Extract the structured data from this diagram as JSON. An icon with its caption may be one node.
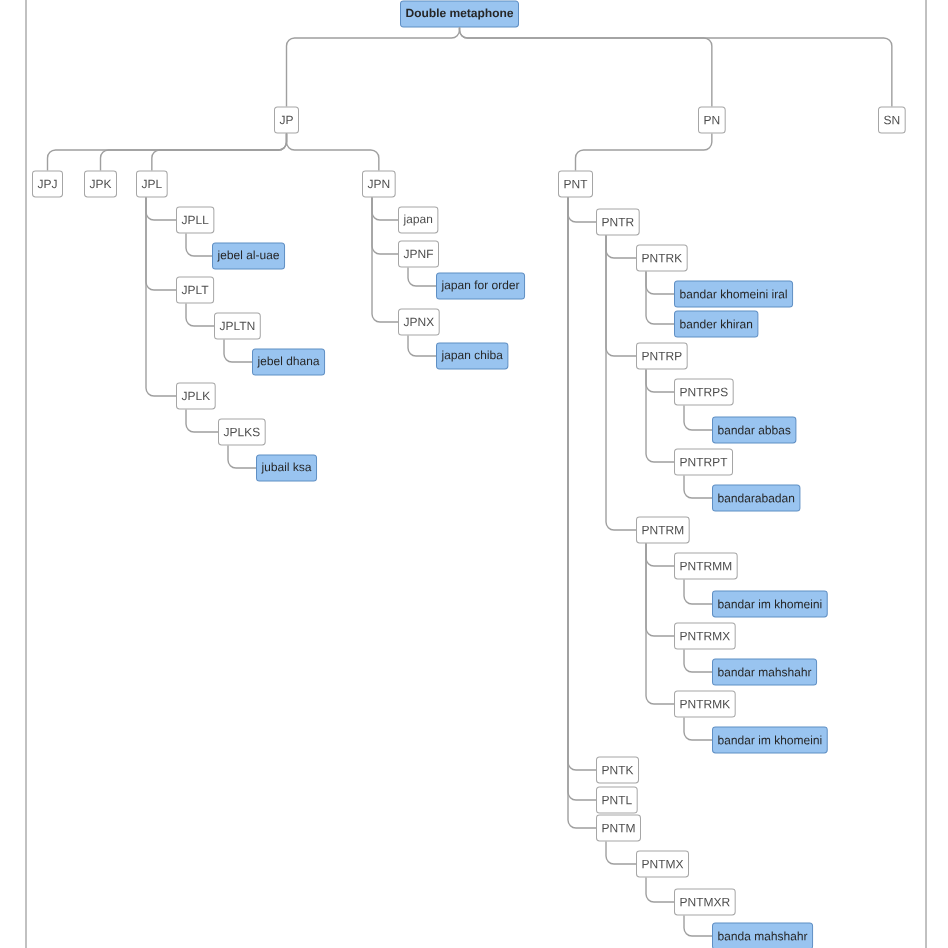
{
  "diagram": {
    "nodes": [
      {
        "text": [
          "Double metaphone"
        ]
      },
      {
        "text": [
          "JP"
        ]
      },
      {
        "text": [
          "PN"
        ]
      },
      {
        "text": [
          "SN"
        ]
      },
      {
        "text": [
          "JPJ"
        ]
      },
      {
        "text": [
          "JPK"
        ]
      },
      {
        "text": [
          "JPL"
        ]
      },
      {
        "text": [
          "JPN"
        ]
      },
      {
        "text": [
          "JPLL"
        ]
      },
      {
        "text": [
          "jebel al-uae"
        ]
      },
      {
        "text": [
          "JPLT"
        ]
      },
      {
        "text": [
          "JPLTN"
        ]
      },
      {
        "text": [
          "jebel dhana"
        ]
      },
      {
        "text": [
          "JPLK"
        ]
      },
      {
        "text": [
          "JPLKS"
        ]
      },
      {
        "text": [
          "jubail ksa"
        ]
      },
      {
        "text": [
          "japan"
        ]
      },
      {
        "text": [
          "JPNF"
        ]
      },
      {
        "text": [
          "japan for order"
        ]
      },
      {
        "text": [
          "JPNX"
        ]
      },
      {
        "text": [
          "japan chiba"
        ]
      },
      {
        "text": [
          "PNT"
        ]
      },
      {
        "text": [
          "PNTR"
        ]
      },
      {
        "text": [
          "PNTRK"
        ]
      },
      {
        "text": [
          "bandar khomeini iral"
        ]
      },
      {
        "text": [
          "bander khiran"
        ]
      },
      {
        "text": [
          "PNTRP"
        ]
      },
      {
        "text": [
          "PNTRPS"
        ]
      },
      {
        "text": [
          "bandar abbas"
        ]
      },
      {
        "text": [
          "PNTRPT"
        ]
      },
      {
        "text": [
          "bandarabadan"
        ]
      },
      {
        "text": [
          "PNTRM"
        ]
      },
      {
        "text": [
          "PNTRMM"
        ]
      },
      {
        "text": [
          "bandar im khomeini"
        ]
      },
      {
        "text": [
          "PNTRMX"
        ]
      },
      {
        "text": [
          "bandar mahshahr"
        ]
      },
      {
        "text": [
          "PNTRMK"
        ]
      },
      {
        "text": [
          "bandar im khomeini"
        ]
      },
      {
        "text": [
          "PNTK"
        ]
      },
      {
        "text": [
          "PNTL"
        ]
      },
      {
        "text": [
          "PNTM"
        ]
      },
      {
        "text": [
          "PNTMX"
        ]
      },
      {
        "text": [
          "PNTMXR"
        ]
      },
      {
        "text": [
          "banda mahshahr"
        ]
      }
    ],
    "edges": [
      {
        "from": 0,
        "to": 1,
        "arrow": "none"
      },
      {
        "from": 0,
        "to": 2,
        "arrow": "none"
      },
      {
        "from": 0,
        "to": 3,
        "arrow": "none"
      },
      {
        "from": 1,
        "to": 4,
        "arrow": "none"
      },
      {
        "from": 1,
        "to": 5,
        "arrow": "none"
      },
      {
        "from": 1,
        "to": 6,
        "arrow": "none"
      },
      {
        "from": 1,
        "to": 7,
        "arrow": "none"
      },
      {
        "from": 6,
        "to": 8,
        "arrow": "none"
      },
      {
        "from": 8,
        "to": 9,
        "arrow": "none"
      },
      {
        "from": 6,
        "to": 10,
        "arrow": "none"
      },
      {
        "from": 10,
        "to": 11,
        "arrow": "none"
      },
      {
        "from": 11,
        "to": 12,
        "arrow": "none"
      },
      {
        "from": 6,
        "to": 13,
        "arrow": "none"
      },
      {
        "from": 13,
        "to": 14,
        "arrow": "none"
      },
      {
        "from": 14,
        "to": 15,
        "arrow": "none"
      },
      {
        "from": 7,
        "to": 16,
        "arrow": "none"
      },
      {
        "from": 7,
        "to": 17,
        "arrow": "none"
      },
      {
        "from": 17,
        "to": 18,
        "arrow": "none"
      },
      {
        "from": 7,
        "to": 19,
        "arrow": "none"
      },
      {
        "from": 19,
        "to": 20,
        "arrow": "none"
      },
      {
        "from": 2,
        "to": 21,
        "arrow": "none"
      },
      {
        "from": 21,
        "to": 22,
        "arrow": "none"
      },
      {
        "from": 22,
        "to": 23,
        "arrow": "none"
      },
      {
        "from": 23,
        "to": 24,
        "arrow": "none"
      },
      {
        "from": 23,
        "to": 25,
        "arrow": "none"
      },
      {
        "from": 22,
        "to": 26,
        "arrow": "none"
      },
      {
        "from": 26,
        "to": 27,
        "arrow": "none"
      },
      {
        "from": 27,
        "to": 28,
        "arrow": "none"
      },
      {
        "from": 26,
        "to": 29,
        "arrow": "none"
      },
      {
        "from": 29,
        "to": 30,
        "arrow": "none"
      },
      {
        "from": 22,
        "to": 31,
        "arrow": "none"
      },
      {
        "from": 31,
        "to": 32,
        "arrow": "none"
      },
      {
        "from": 32,
        "to": 33,
        "arrow": "none"
      },
      {
        "from": 31,
        "to": 34,
        "arrow": "none"
      },
      {
        "from": 34,
        "to": 35,
        "arrow": "none"
      },
      {
        "from": 31,
        "to": 36,
        "arrow": "none"
      },
      {
        "from": 36,
        "to": 37,
        "arrow": "none"
      },
      {
        "from": 21,
        "to": 38,
        "arrow": "none"
      },
      {
        "from": 21,
        "to": 39,
        "arrow": "none"
      },
      {
        "from": 21,
        "to": 40,
        "arrow": "none"
      },
      {
        "from": 40,
        "to": 41,
        "arrow": "none"
      },
      {
        "from": 41,
        "to": 42,
        "arrow": "none"
      },
      {
        "from": 42,
        "to": 43,
        "arrow": "none"
      }
    ]
  }
}
